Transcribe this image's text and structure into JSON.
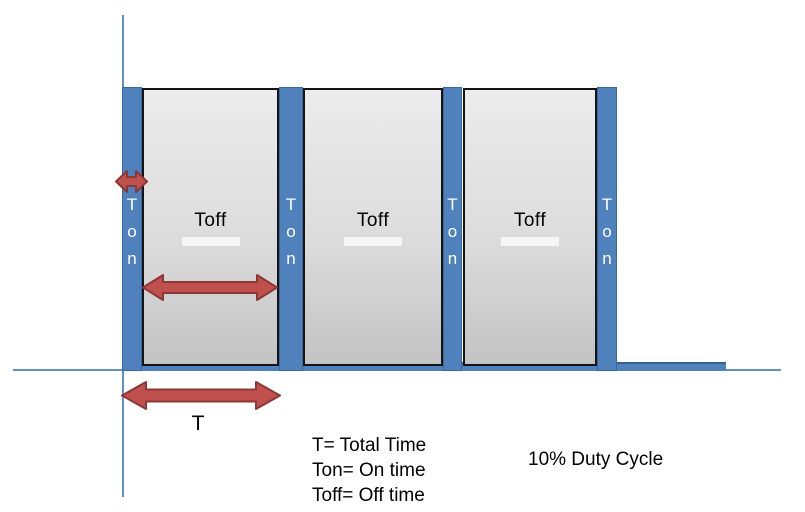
{
  "diagram": {
    "duty_cycle_text": "10% Duty Cycle",
    "period_label": "T",
    "on_label": "Ton",
    "on_label_letters": [
      "T",
      "o",
      "n"
    ],
    "off_label": "Toff",
    "legend_lines": [
      "T= Total Time",
      "Ton= On time",
      "Toff= Off time"
    ],
    "colors": {
      "bar_blue": "#4f81bd",
      "bar_blue_border": "#3a689c",
      "axis_blue": "#6390bd",
      "baseline_strip_border": "#39618f",
      "arrow_red_fill": "#c0504d",
      "arrow_red_border": "#8c3836",
      "box_gray_top": "#ececec",
      "box_gray_bottom": "#c3c3c3",
      "box_border_black": "#141414",
      "text_black": "#000000",
      "ton_text_white": "#ffffff"
    }
  }
}
